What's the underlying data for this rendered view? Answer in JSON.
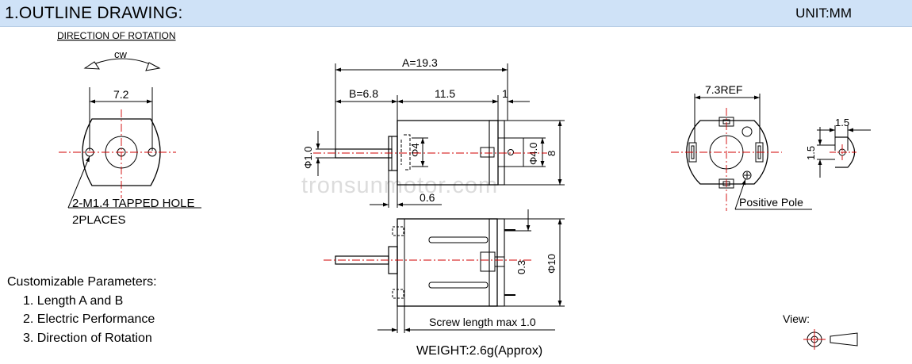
{
  "header": {
    "title": "1.OUTLINE DRAWING:",
    "unit": "UNIT:MM"
  },
  "front_view": {
    "rotation_title": "DIRECTION OF ROTATION",
    "rotation_label": "cw",
    "dim_width": "7.2",
    "hole_note_line1": "2-M1.4 TAPPED HOLE",
    "hole_note_line2": "2PLACES"
  },
  "side_view": {
    "dim_a": "A=19.3",
    "dim_b": "B=6.8",
    "dim_mid": "11.5",
    "dim_end": "1",
    "dim_shaft": "Φ1.0",
    "dim_boss": "Φ4",
    "dim_end_boss": "Φ4.0",
    "dim_height": "8",
    "dim_step": "0.6",
    "watermark": "tronsunmotor.com"
  },
  "bottom_view": {
    "dim_tab": "0.3",
    "dim_dia": "Φ10",
    "screw_note": "Screw length max 1.0"
  },
  "rear_view": {
    "dim_ref": "7.3REF",
    "positive_pole": "Positive Pole"
  },
  "terminal_detail": {
    "dim_top": "1.5",
    "dim_side": "1.5"
  },
  "view_symbol": {
    "label": "View:"
  },
  "params": {
    "title": "Customizable Parameters:",
    "items": [
      "1. Length A and B",
      "2. Electric Performance",
      "3. Direction of Rotation"
    ]
  },
  "weight": "WEIGHT:2.6g(Approx)"
}
